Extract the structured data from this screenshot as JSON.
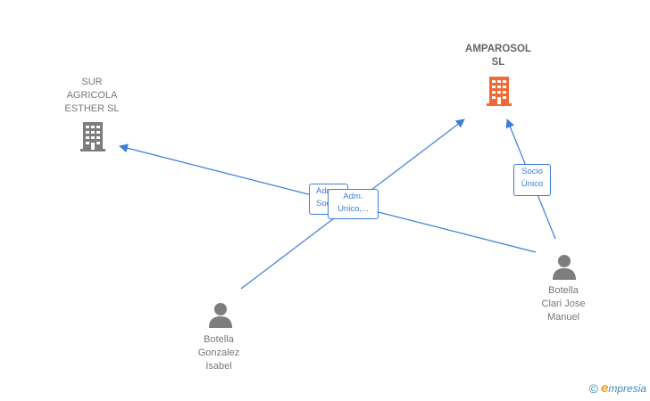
{
  "colors": {
    "edge": "#3b7dd8",
    "company_main": "#f06a35",
    "company_other": "#7d7d7d",
    "person": "#7d7d7d"
  },
  "nodes": {
    "amparosol": {
      "lines": [
        "AMPAROSOL",
        "SL"
      ],
      "icon": "building-icon"
    },
    "sur_agricola": {
      "lines": [
        "SUR",
        "AGRICOLA",
        "ESTHER SL"
      ],
      "icon": "building-icon"
    },
    "botella_clari": {
      "lines": [
        "Botella",
        "Clari Jose",
        "Manuel"
      ],
      "icon": "person-icon"
    },
    "botella_gonzalez": {
      "lines": [
        "Botella",
        "Gonzalez",
        "Isabel"
      ],
      "icon": "person-icon"
    }
  },
  "edge_labels": {
    "socio_unico": [
      "Socio",
      "Único"
    ],
    "adm_socio": [
      "Adm.",
      "Socio"
    ],
    "adm_unico": [
      "Adm.",
      "Unico,..."
    ]
  },
  "brand": {
    "copyright": "©",
    "initial": "e",
    "name": "mpresia"
  }
}
